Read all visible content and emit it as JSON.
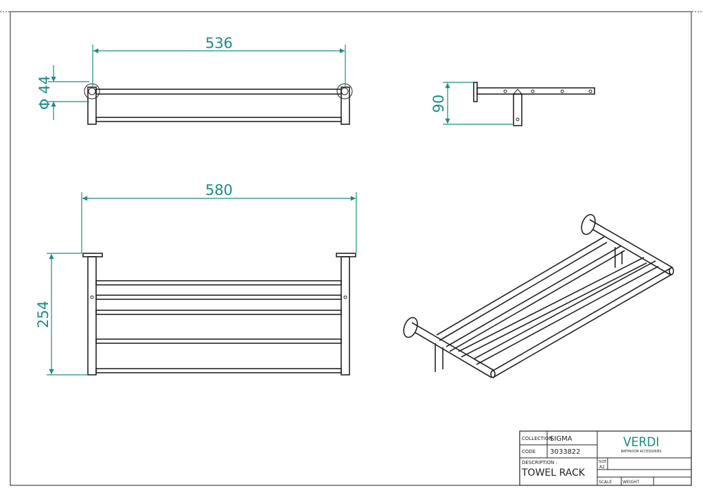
{
  "dimensions": {
    "top_width": "536",
    "top_diameter": "Φ 44",
    "side_depth": "90",
    "front_width": "580",
    "front_height": "254"
  },
  "title_block": {
    "collection_label": "COLLECTION",
    "collection_value": "SIGMA",
    "code_label": "CODE",
    "code_value": "3033822",
    "description_label": "DESCRIPTION :",
    "description_value": "TOWEL RACK",
    "brand": "VERDI",
    "brand_tagline": "BATHROOM ACCESSORIES",
    "size_label": "SIZE",
    "size_value": "A2",
    "scale_label": "SCALE",
    "weight_label": "WEIGHT"
  },
  "colors": {
    "dimension": "#1b8c82",
    "line": "#222222"
  }
}
